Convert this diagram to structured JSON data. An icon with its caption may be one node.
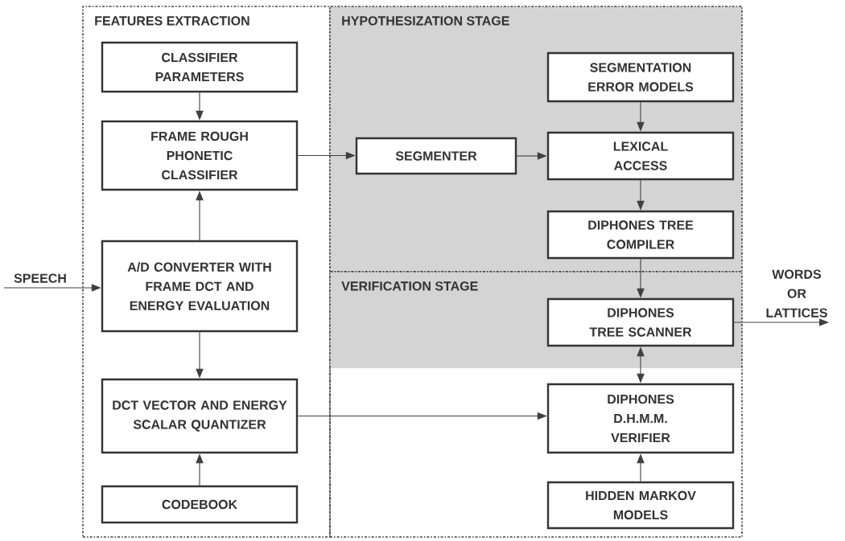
{
  "diagram": {
    "nodes": [
      {
        "text": [
          "FEATURES EXTRACTION"
        ]
      },
      {
        "text": [
          "HYPOTHESIZATION STAGE"
        ]
      },
      {
        "text": [
          "VERIFICATION STAGE"
        ]
      },
      {
        "text": [
          "CLASSIFIER PARAMETERS"
        ],
        "in": 0
      },
      {
        "text": [
          "FRAME ROUGH PHONETIC CLASSIFIER"
        ],
        "in": 0
      },
      {
        "text": [
          "A/D CONVERTER WITH FRAME DCT AND ENERGY EVALUATION"
        ],
        "in": 0
      },
      {
        "text": [
          "DCT VECTOR AND ENERGY SCALAR QUANTIZER"
        ],
        "in": 0
      },
      {
        "text": [
          "CODEBOOK"
        ],
        "in": 0
      },
      {
        "text": [
          "SEGMENTER"
        ],
        "in": 1
      },
      {
        "text": [
          "SEGMENTATION ERROR MODELS"
        ],
        "in": 1
      },
      {
        "text": [
          "LEXICAL ACCESS"
        ],
        "in": 1
      },
      {
        "text": [
          "DIPHONES TREE COMPILER"
        ],
        "in": 1
      },
      {
        "text": [
          "DIPHONES TREE SCANNER"
        ],
        "in": 2
      },
      {
        "text": [
          "DIPHONES D.H.M.M. VERIFIER"
        ],
        "in": 2
      },
      {
        "text": [
          "HIDDEN MARKOV MODELS"
        ],
        "in": 2
      },
      {
        "text": [
          "SPEECH"
        ]
      },
      {
        "text": [
          "WORDS OR LATTICES"
        ]
      }
    ],
    "edges": [
      {
        "from": 3,
        "to": 4,
        "arrow": "to"
      },
      {
        "from": 5,
        "to": 4,
        "arrow": "to"
      },
      {
        "from": 5,
        "to": 6,
        "arrow": "to"
      },
      {
        "from": 7,
        "to": 6,
        "arrow": "to"
      },
      {
        "from": 4,
        "to": 8,
        "arrow": "to"
      },
      {
        "from": 8,
        "to": 10,
        "arrow": "to"
      },
      {
        "from": 9,
        "to": 10,
        "arrow": "to"
      },
      {
        "from": 10,
        "to": 11,
        "arrow": "to"
      },
      {
        "from": 11,
        "to": 12,
        "arrow": "to"
      },
      {
        "from": 12,
        "to": 13,
        "arrow": "both"
      },
      {
        "from": 14,
        "to": 13,
        "arrow": "to"
      },
      {
        "from": 6,
        "to": 13,
        "arrow": "to"
      },
      {
        "from": 15,
        "to": 5,
        "arrow": "to"
      },
      {
        "from": 12,
        "to": 16,
        "arrow": "to"
      }
    ]
  }
}
